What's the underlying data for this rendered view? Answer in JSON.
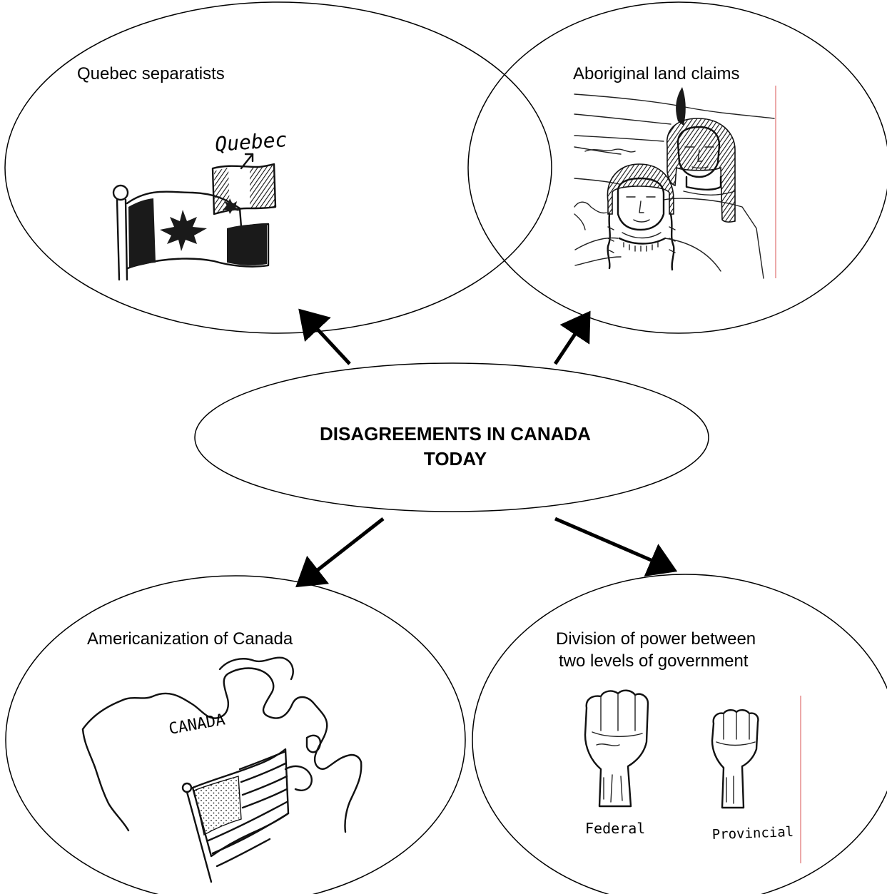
{
  "center": {
    "line1": "DISAGREEMENTS IN CANADA",
    "line2": "TODAY"
  },
  "topics": {
    "quebec": {
      "title": "Quebec separatists",
      "sketch_label": "Quebec"
    },
    "aboriginal": {
      "title": "Aboriginal land claims"
    },
    "americanization": {
      "title": "Americanization of Canada",
      "sketch_label": "CANADA"
    },
    "division": {
      "title_line1": "Division of power between",
      "title_line2": "two levels of government",
      "fist_left_label": "Federal",
      "fist_right_label": "Provincial"
    }
  },
  "colors": {
    "line": "#000000",
    "margin_rule": "#e07070"
  }
}
